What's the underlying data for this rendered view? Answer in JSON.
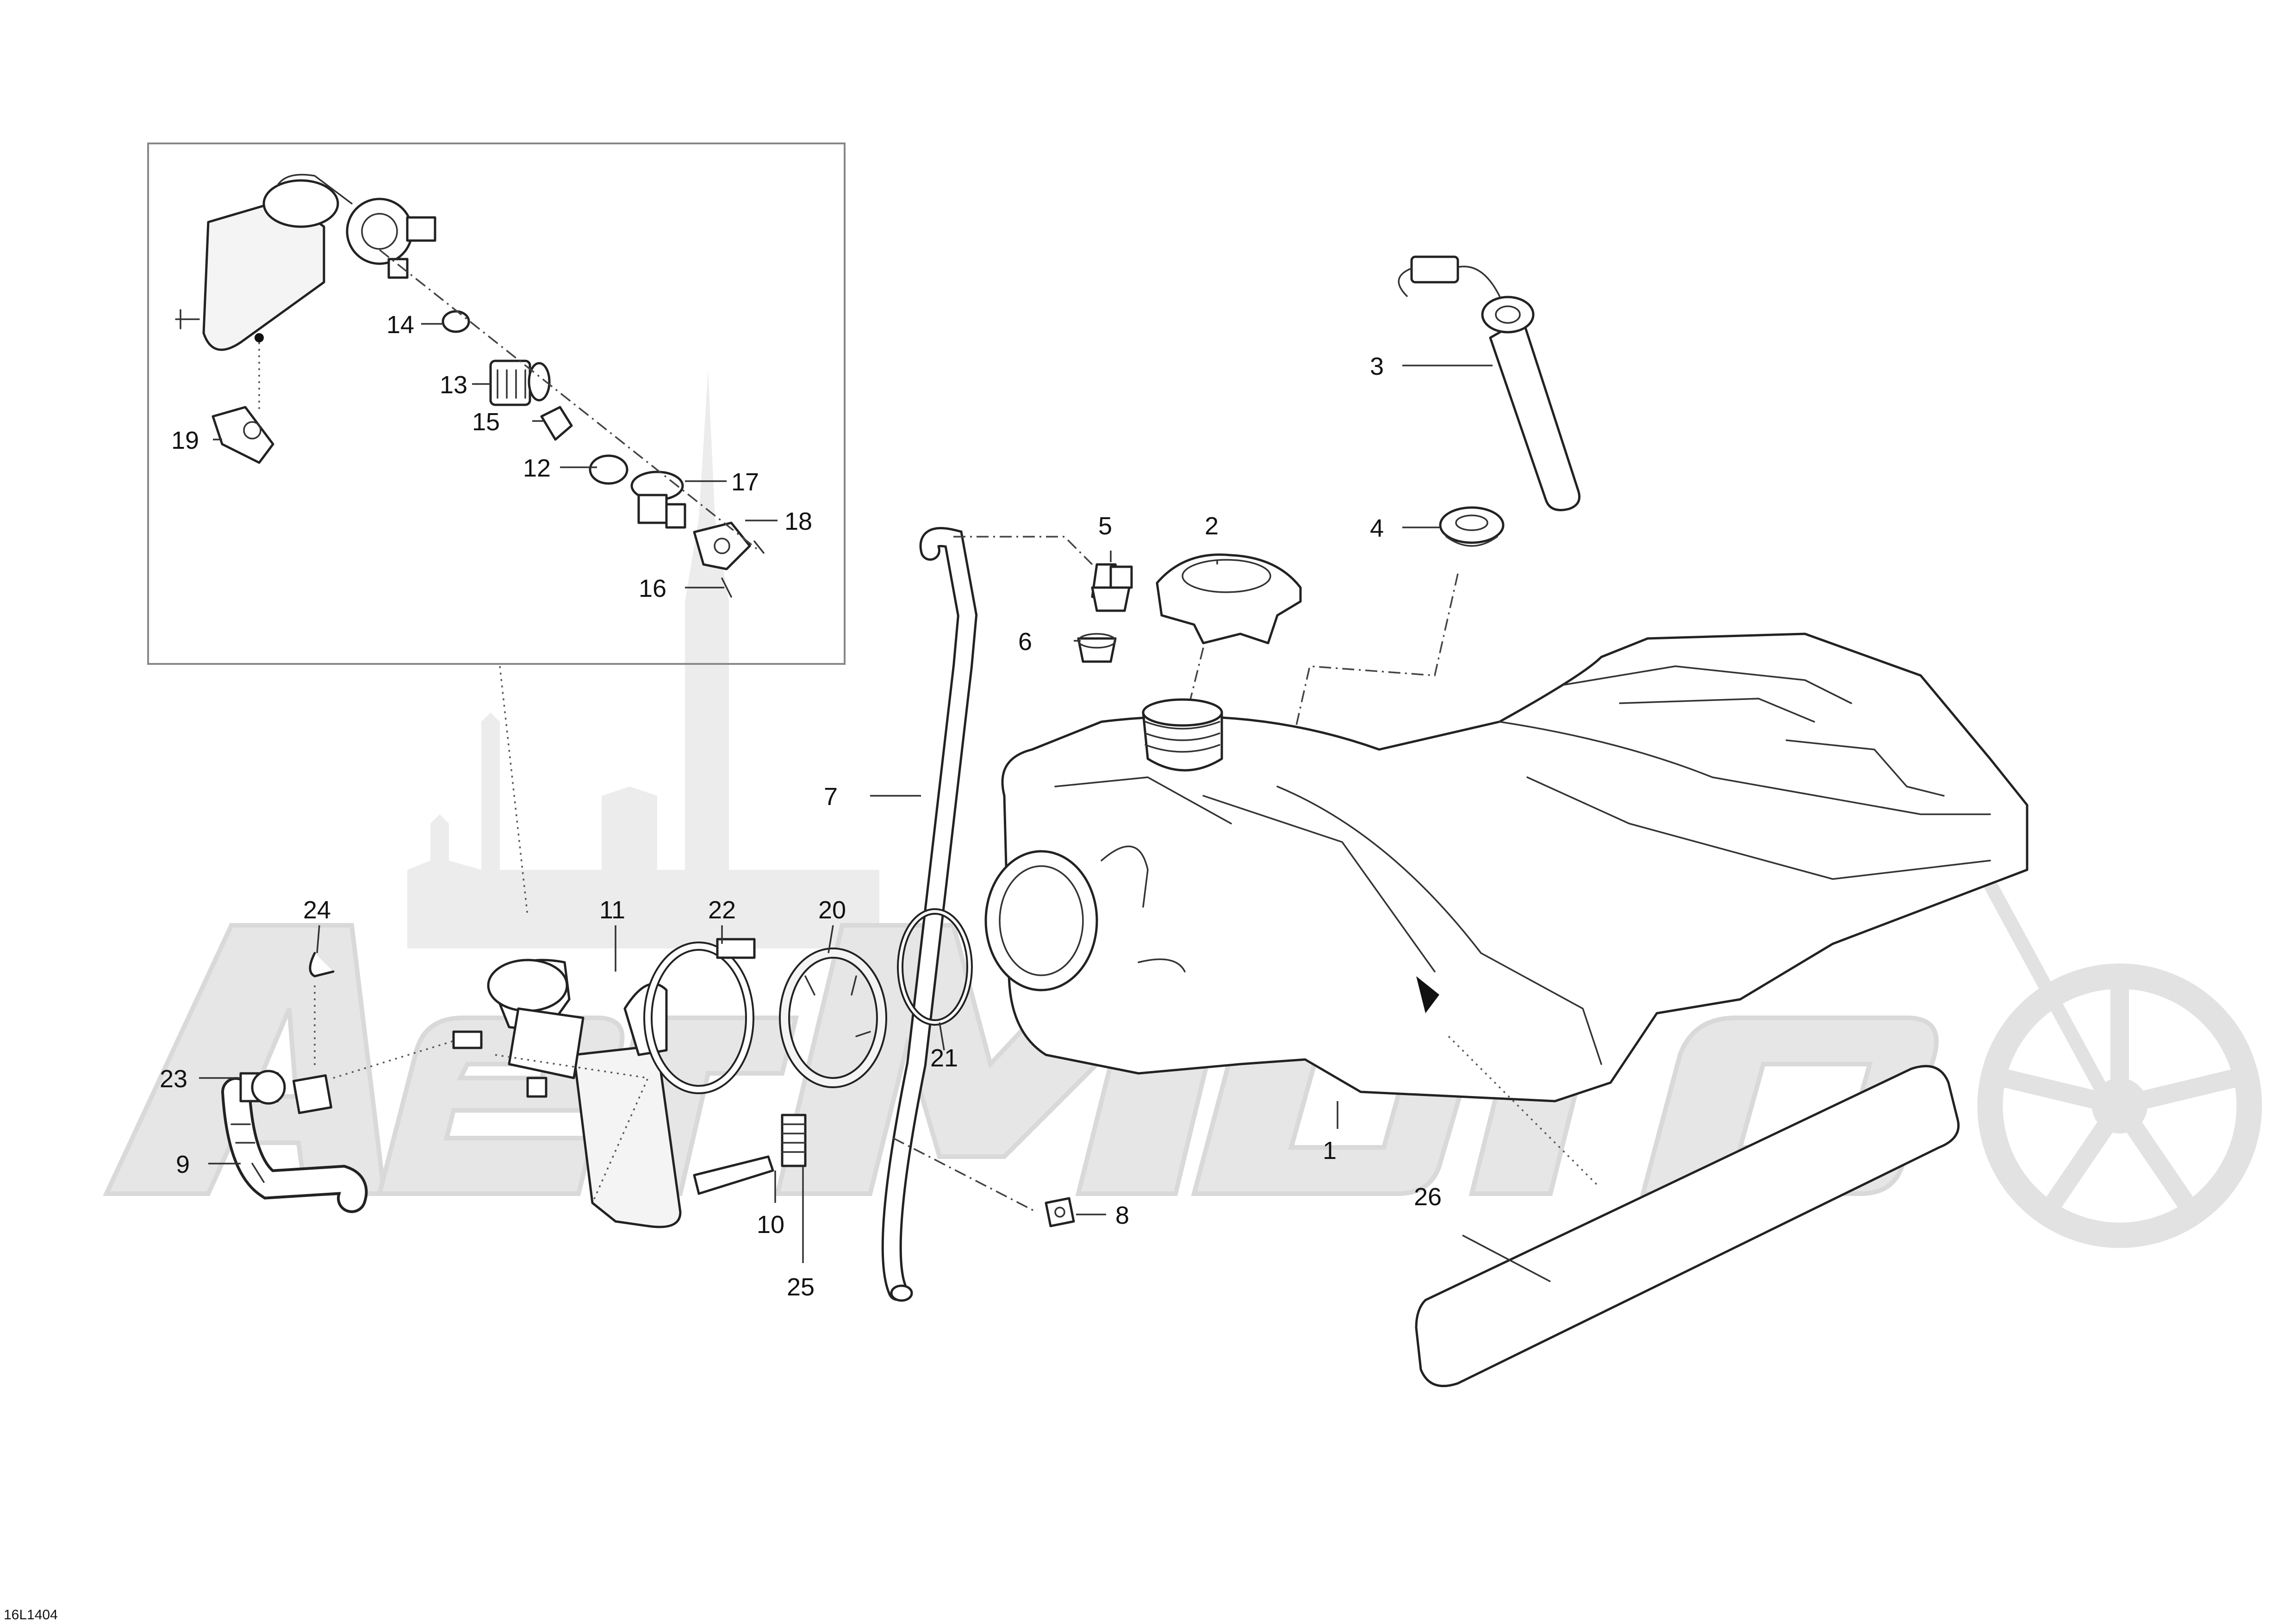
{
  "drawing_ref": "16L1404",
  "callouts": [
    "1",
    "2",
    "3",
    "4",
    "5",
    "6",
    "7",
    "8",
    "9",
    "10",
    "11",
    "12",
    "13",
    "14",
    "15",
    "16",
    "17",
    "18",
    "19",
    "20",
    "21",
    "22",
    "23",
    "24",
    "25",
    "26"
  ],
  "colors": {
    "line": "#222222",
    "watermark": "#e6e6e6",
    "background": "#ffffff"
  }
}
